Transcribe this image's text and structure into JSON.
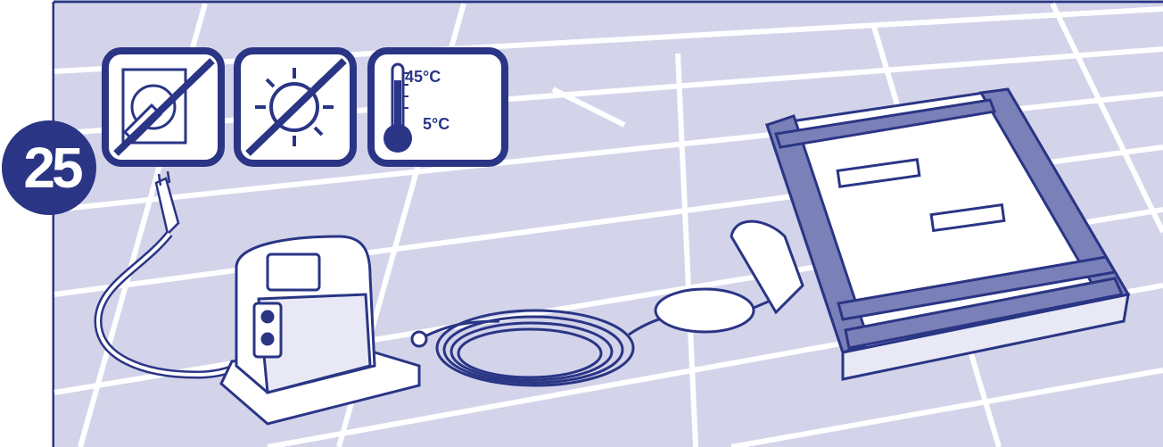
{
  "step": {
    "number": "25"
  },
  "warnings": [
    {
      "icon": "no-power-outlet-icon"
    },
    {
      "icon": "no-sunlight-icon"
    },
    {
      "icon": "storage-temperature-icon",
      "max_temp": "45°C",
      "min_temp": "5°C"
    }
  ],
  "colors": {
    "accent": "#2a3585",
    "floor": "#d3d4ea",
    "line": "#ffffff"
  }
}
